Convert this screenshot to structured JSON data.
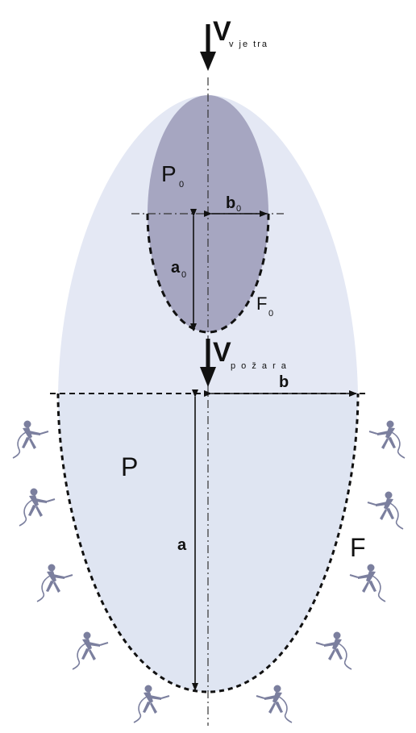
{
  "labels": {
    "v_wind_main": "V",
    "v_wind_sub": "v je tra",
    "v_fire_main": "V",
    "v_fire_sub": "p o ž a r a",
    "P0_main": "P",
    "P0_sub": "0",
    "b0_main": "b",
    "b0_sub": "0",
    "a0_main": "a",
    "a0_sub": "0",
    "F0_main": "F",
    "F0_sub": "0",
    "b": "b",
    "P": "P",
    "a": "a",
    "F": "F"
  },
  "icons": {
    "firefighter": "firefighter-with-hose-icon"
  },
  "colors": {
    "outer_fill": "#e4e8f4",
    "inner_fill": "#9e9fbb",
    "lower_fill": "#dfe5f2",
    "line": "#111111",
    "figure": "#7b7f9e"
  }
}
